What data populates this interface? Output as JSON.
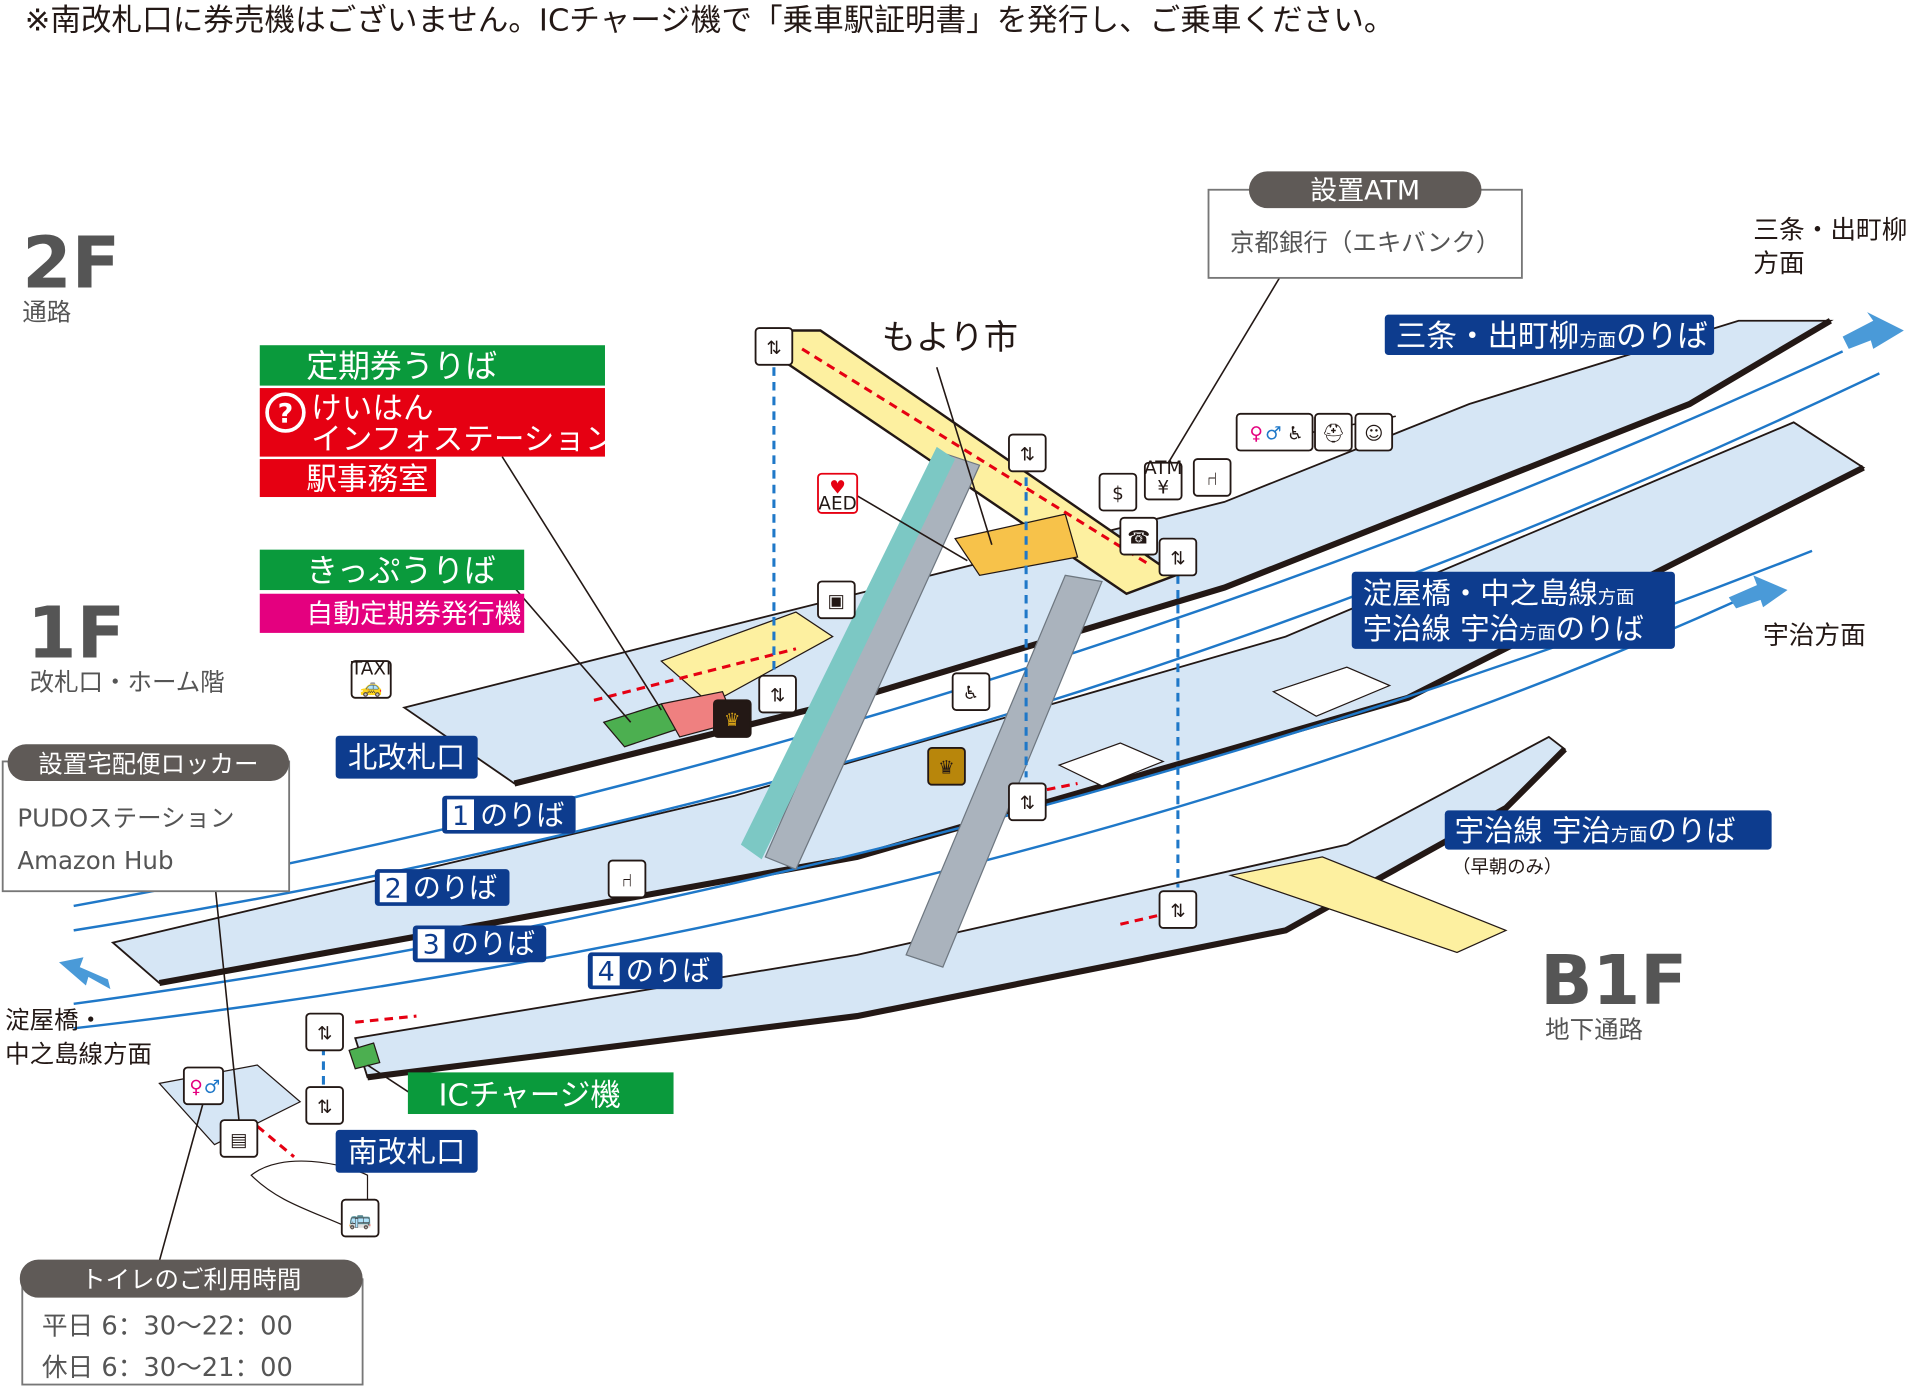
{
  "notice": "※南改札口に券売機はございません。ICチャージ機で「乗車駅証明書」を発行し、ご乗車ください。",
  "floors": {
    "f2": {
      "label": "2F",
      "sub": "通路"
    },
    "f1": {
      "label": "1F",
      "sub": "改札口・ホーム階"
    },
    "b1": {
      "label": "B1F",
      "sub": "地下通路"
    }
  },
  "facilities": {
    "commuter_pass": "定期券うりば",
    "info_1": "けいはん",
    "info_2": "インフォステーション",
    "station_office": "駅事務室",
    "ticket_sales": "きっぷうりば",
    "auto_pass_machine": "自動定期券発行機",
    "moyori": "もより市",
    "ic_charge": "ICチャージ機",
    "aed": "AED",
    "taxi": "TAXI",
    "atm_icon": "ATM"
  },
  "atm": {
    "title": "設置ATM",
    "bank": "京都銀行（エキバンク）"
  },
  "locker": {
    "title": "設置宅配便ロッカー",
    "items": [
      "PUDOステーション",
      "Amazon Hub"
    ]
  },
  "toilet_hours": {
    "title": "トイレのご利用時間",
    "weekday": "平日 6：30〜22：00",
    "holiday": "休日 6：30〜21：00"
  },
  "gates": {
    "north": "北改札口",
    "south": "南改札口"
  },
  "platforms": {
    "p1": {
      "num": "1",
      "label": "のりば"
    },
    "p2": {
      "num": "2",
      "label": "のりば"
    },
    "p3": {
      "num": "3",
      "label": "のりば"
    },
    "p4": {
      "num": "4",
      "label": "のりば"
    },
    "sanjo": {
      "main": "三条・出町柳",
      "small": "方面",
      "tail": "のりば"
    },
    "yodoya_l1_main": "淀屋橋・中之島線",
    "yodoya_l1_small": "方面",
    "uji_l2_main": "宇治線 宇治",
    "uji_l2_small": "方面",
    "uji_l2_tail": "のりば",
    "uji_b1": {
      "main": "宇治線 宇治",
      "small": "方面",
      "tail": "のりば",
      "note": "（早朝のみ）"
    }
  },
  "directions": {
    "sanjo_1": "三条・出町柳",
    "sanjo_2": "方面",
    "uji": "宇治方面",
    "yodoya_1": "淀屋橋・",
    "yodoya_2": "中之島線方面"
  },
  "colors": {
    "green": "#0a9a3c",
    "red": "#e60012",
    "magenta": "#e4007f",
    "navy": "#0d3c8e",
    "platform": "#d6e6f5",
    "yellow": "#fdf0a0",
    "track": "#1f78c8",
    "pill": "#5f5a57"
  }
}
